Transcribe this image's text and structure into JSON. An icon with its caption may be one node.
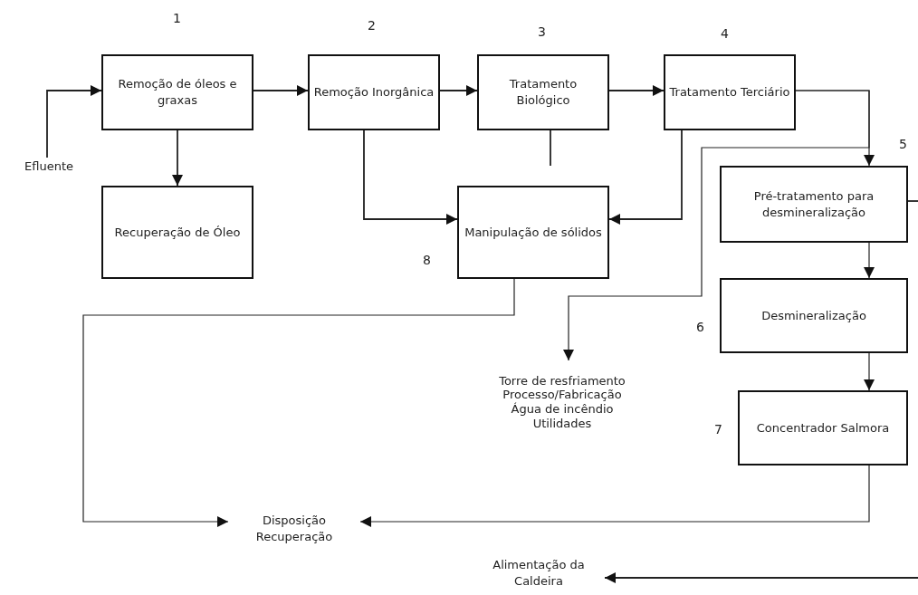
{
  "diagram": {
    "nodes": [
      {
        "text": [
          "Efluente"
        ]
      },
      {
        "text": [
          "Remoção de óleos e graxas"
        ],
        "beside": [
          "1"
        ]
      },
      {
        "text": [
          "Recuperação de Óleo"
        ]
      },
      {
        "text": [
          "Remoção Inorgânica"
        ],
        "beside": [
          "2"
        ]
      },
      {
        "text": [
          "Tratamento Biológico"
        ],
        "beside": [
          "3"
        ]
      },
      {
        "text": [
          "Tratamento Terciário"
        ],
        "beside": [
          "4"
        ]
      },
      {
        "text": [
          "Manipulação de sólidos"
        ],
        "beside": [
          "8"
        ]
      },
      {
        "text": [
          "Pré-tratamento para desmineralização"
        ],
        "beside": [
          "5"
        ]
      },
      {
        "text": [
          "Desmineralização"
        ],
        "beside": [
          "6"
        ]
      },
      {
        "text": [
          "Concentrador Salmora"
        ],
        "beside": [
          "7"
        ]
      },
      {
        "text": [
          "Torre de resfriamento",
          "Processo/Fabricação",
          "Água de incêndio",
          "Utilidades"
        ]
      },
      {
        "text": [
          "Disposição Recuperação"
        ]
      },
      {
        "text": [
          "Alimentação da Caldeira"
        ]
      }
    ],
    "edges": [
      {
        "from": 0,
        "to": 1,
        "arrow": "to"
      },
      {
        "from": 1,
        "to": 2,
        "arrow": "to"
      },
      {
        "from": 1,
        "to": 3,
        "arrow": "to"
      },
      {
        "from": 3,
        "to": 4,
        "arrow": "to"
      },
      {
        "from": 4,
        "to": 5,
        "arrow": "to"
      },
      {
        "from": 3,
        "to": 6,
        "arrow": "to"
      },
      {
        "from": 5,
        "to": 6,
        "arrow": "to"
      },
      {
        "from": 4,
        "to": null,
        "arrow": "none"
      },
      {
        "from": 5,
        "to": 7,
        "arrow": "to"
      },
      {
        "from": 5,
        "to": 10,
        "arrow": "to"
      },
      {
        "from": 7,
        "to": 8,
        "arrow": "to"
      },
      {
        "from": 8,
        "to": 9,
        "arrow": "to"
      },
      {
        "from": 7,
        "to": null,
        "arrow": "none"
      },
      {
        "from": null,
        "to": 12,
        "arrow": "to"
      },
      {
        "from": 6,
        "to": 11,
        "arrow": "to"
      },
      {
        "from": 9,
        "to": 11,
        "arrow": "to"
      }
    ]
  }
}
